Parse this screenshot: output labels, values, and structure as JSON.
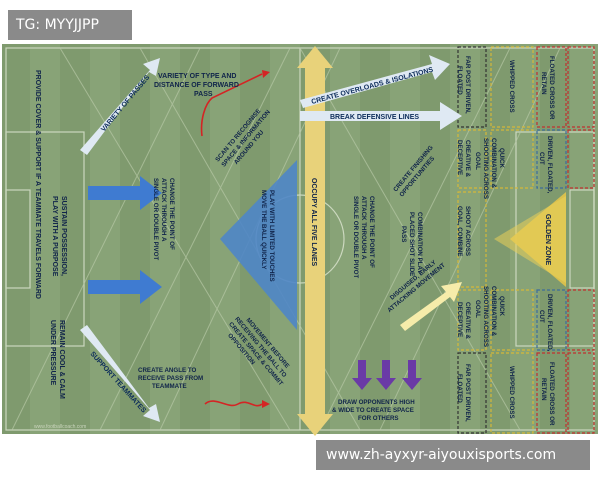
{
  "watermark_tag": "TG: MYYJJPP",
  "footer_url": "www.zh-ayxyr-aiyouxisports.com",
  "labels": {
    "provide_cover": "PROVIDE COVER & SUPPORT IF A TEAMMATE TRAVELS FORWARD",
    "variety_of_passes": "VARIETY OF PASSES",
    "variety_of_type": "VARIETY OF TYPE AND DISTANCE OF FORWARD PASS",
    "scan": "SCAN TO RECOGNISE SPACE & INFORMATION AROUND YOU",
    "sustain": "SUSTAIN POSSESSION, PLAY WITH A PURPOSE",
    "change_point_left": "CHANGE THE POINT OF ATTACK THROUGH A SINGLE OR DOUBLE PIVOT",
    "play_limited": "PLAY WITH LIMITED TOUCHES MOVE THE BALL QUICKLY",
    "occupy_lanes": "OCCUPY ALL FIVE LANES",
    "create_overloads": "CREATE OVERLOADS & ISOLATIONS",
    "break_defensive": "BREAK DEFENSIVE LINES",
    "create_finishing": "CREATE FINISHING OPPORTUNITIES",
    "change_point_right": "CHANGE THE POINT OF ATTACK THROUGH A SINGLE OR DOUBLE PIVOT",
    "combination_play": "COMBINATION PLAY PLACED SHOT SLIDE PASS",
    "disguised": "DISGUISED, EARLY ATTACKING MOVEMENT",
    "remain_cool": "REMAIN COOL & CALM UNDER PRESSURE",
    "support_teammates": "SUPPORT TEAMMATES",
    "create_angle": "CREATE ANGLE TO RECEIVE PASS FROM TEAMMATE",
    "movement_before": "MOVEMENT BEFORE RECEIVING THE BALL TO CREATE SPACE & COMMIT OPPOSITION",
    "draw_opponents": "DRAW OPPONENTS HIGH & WIDE TO CREATE SPACE FOR OTHERS",
    "site_credit": "www.footballcoach.com"
  },
  "zones": {
    "far_post_top": "FAR POST DRIVEN, FLOATED",
    "whipped_cross_top": "WHIPPED CROSS",
    "floated_cross_top": "FLOATED CROSS OR RETAIN",
    "creative_top": "CREATIVE & DECEPTIVE",
    "quick_combo_top": "QUICK COMBINATION & SHOOTING ACROSS GOAL",
    "driven_top": "DRIVEN, FLOATED, CUT",
    "shoot_across": "SHOOT ACROSS GOAL, COMBINE",
    "golden_zone": "GOLDEN ZONE",
    "creative_bottom": "CREATIVE & DECEPTIVE",
    "quick_combo_bottom": "QUICK COMBINATION & SHOOTING ACROSS GOAL",
    "driven_bottom": "DRIVEN, FLOATED, CUT",
    "far_post_bottom": "FAR POST DRIVEN, FLOATED",
    "whipped_cross_bottom": "WHIPPED CROSS",
    "floated_cross_bottom": "FLOATED CROSS OR RETAIN"
  },
  "colors": {
    "pitch": "#7f9a6e",
    "pitch_stripe": "#86a175",
    "blue_arrow": "#3f7bd1",
    "light_arrow": "#dfe9f3",
    "yellow_arrow": "#e8d27a",
    "triangle_blue": "#4f86c6",
    "golden_zone": "#e2c44a",
    "purple_arrow": "#6a3aa6",
    "red_line": "#d42424"
  }
}
